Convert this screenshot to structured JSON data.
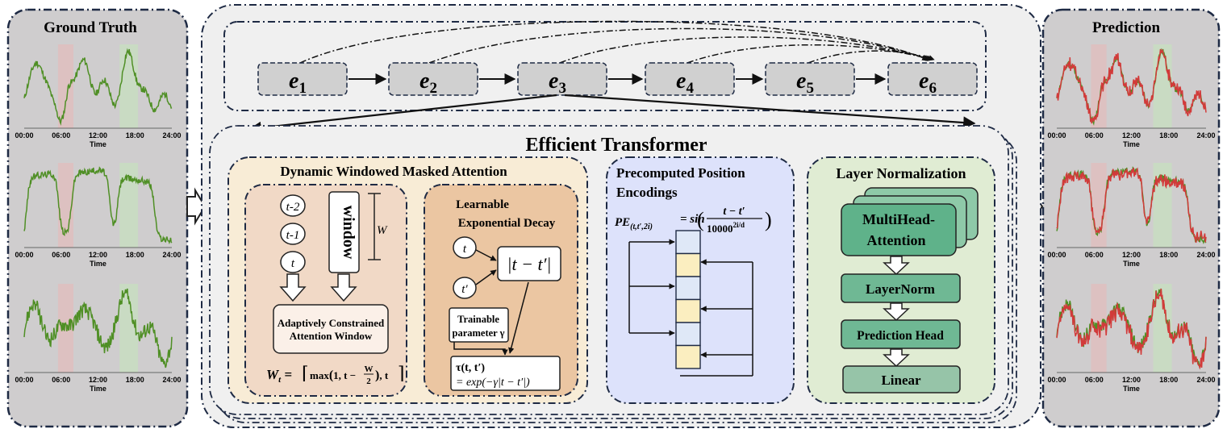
{
  "ground_truth": {
    "title": "Ground Truth",
    "x_ticks": [
      "00:00",
      "06:00",
      "12:00",
      "18:00",
      "24:00"
    ],
    "x_label": "Time"
  },
  "prediction": {
    "title": "Prediction",
    "x_ticks": [
      "00:00",
      "06:00",
      "12:00",
      "18:00",
      "24:00"
    ],
    "x_label": "Time"
  },
  "sequence": {
    "nodes": [
      {
        "base": "e",
        "sub": "1"
      },
      {
        "base": "e",
        "sub": "2"
      },
      {
        "base": "e",
        "sub": "3"
      },
      {
        "base": "e",
        "sub": "4"
      },
      {
        "base": "e",
        "sub": "5"
      },
      {
        "base": "e",
        "sub": "6"
      }
    ]
  },
  "transformer": {
    "title": "Efficient Transformer"
  },
  "dwma": {
    "title": "Dynamic Windowed Masked Attention",
    "tokens": [
      "t-2",
      "t-1",
      "t"
    ],
    "window_label": "window",
    "w_symbol": "W",
    "adaptive_box": "Adaptively Constrained Attention Window",
    "formula_lhs": "W",
    "formula_lhs_sub": "t",
    "formula_rhs_max": "max",
    "formula_rhs_args": "1, t −",
    "formula_frac_num": "W",
    "formula_frac_den": "2",
    "formula_tail": ", t"
  },
  "decay": {
    "title_line1": "Learnable",
    "title_line2": "Exponential Decay",
    "t_label": "t",
    "tprime_label": "t′",
    "abs_label": "|t − t′|",
    "param_line1": "Trainable",
    "param_line2": "parameter γ",
    "tau_line1": "τ(t, t′)",
    "tau_line2": "= exp(−γ|t − t′|)"
  },
  "position": {
    "title_line1": "Precomputed Position",
    "title_line2": "Encodings",
    "formula_lhs": "PE",
    "formula_lhs_sub": "(t,t′,2i)",
    "formula_fn": "= sin",
    "formula_num": "t − t′",
    "formula_den": "10000",
    "formula_den_exp": "2i/d"
  },
  "layernorm": {
    "title": "Layer Normalization",
    "mha_line1": "MultiHead-",
    "mha_line2": "Attention",
    "ln_label": "LayerNorm",
    "head_label": "Prediction Head",
    "linear_label": "Linear"
  },
  "colors": {
    "ground_truth_line": "#4f8f25",
    "prediction_line": "#d23a3a",
    "panel_gray": "#cfcdce",
    "dwma_bg": "#f8ecd6",
    "dwma_inner_left": "#f1d9c6",
    "dwma_inner_right": "#ebc6a2",
    "position_bg": "#dde2fb",
    "layernorm_bg": "#e0ecd3",
    "mha_green": "#5fb28a",
    "stack_green": "#8ec9a8",
    "node_gray": "#d0d0d0"
  }
}
